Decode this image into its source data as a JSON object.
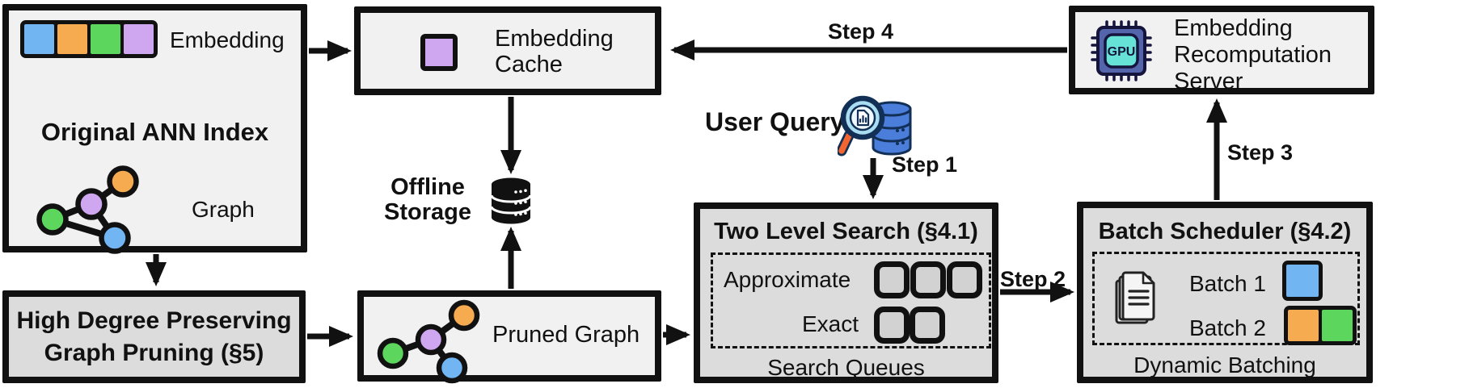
{
  "diagram": {
    "original_index": {
      "embedding_label": "Embedding",
      "title": "Original ANN Index",
      "graph_label": "Graph"
    },
    "pruning": {
      "line1": "High Degree Preserving",
      "line2": "Graph Pruning (§5)"
    },
    "cache": {
      "line1": "Embedding",
      "line2": "Cache"
    },
    "storage": {
      "line1": "Offline",
      "line2": "Storage"
    },
    "pruned_graph": {
      "label": "Pruned Graph"
    },
    "user_query": {
      "label": "User Query"
    },
    "search": {
      "title": "Two Level Search (§4.1)",
      "approximate_label": "Approximate",
      "exact_label": "Exact",
      "caption": "Search Queues"
    },
    "scheduler": {
      "title": "Batch Scheduler (§4.2)",
      "batch1_label": "Batch 1",
      "batch2_label": "Batch 2",
      "caption": "Dynamic Batching"
    },
    "server": {
      "line1": "Embedding",
      "line2": "Recomputation",
      "line3": "Server",
      "chip_label": "GPU"
    },
    "steps": {
      "s1": "Step 1",
      "s2": "Step 2",
      "s3": "Step 3",
      "s4": "Step 4"
    }
  },
  "colors": {
    "blue": "#72b5f3",
    "orange": "#f6ab50",
    "green": "#5cd65c",
    "purple": "#cfa7f0",
    "outline": "#111111",
    "box_light_bg": "#f1f1f1",
    "box_dark_bg": "#dcdcdc",
    "queue_fill": "#d2d2d2",
    "gpu_body": "#5565ab",
    "gpu_screen": "#66e3d6",
    "icon_navy": "#122f56",
    "db_blue": "#4b7edb",
    "lens_blue": "#a9ddf2",
    "handle_orange": "#f26430"
  }
}
